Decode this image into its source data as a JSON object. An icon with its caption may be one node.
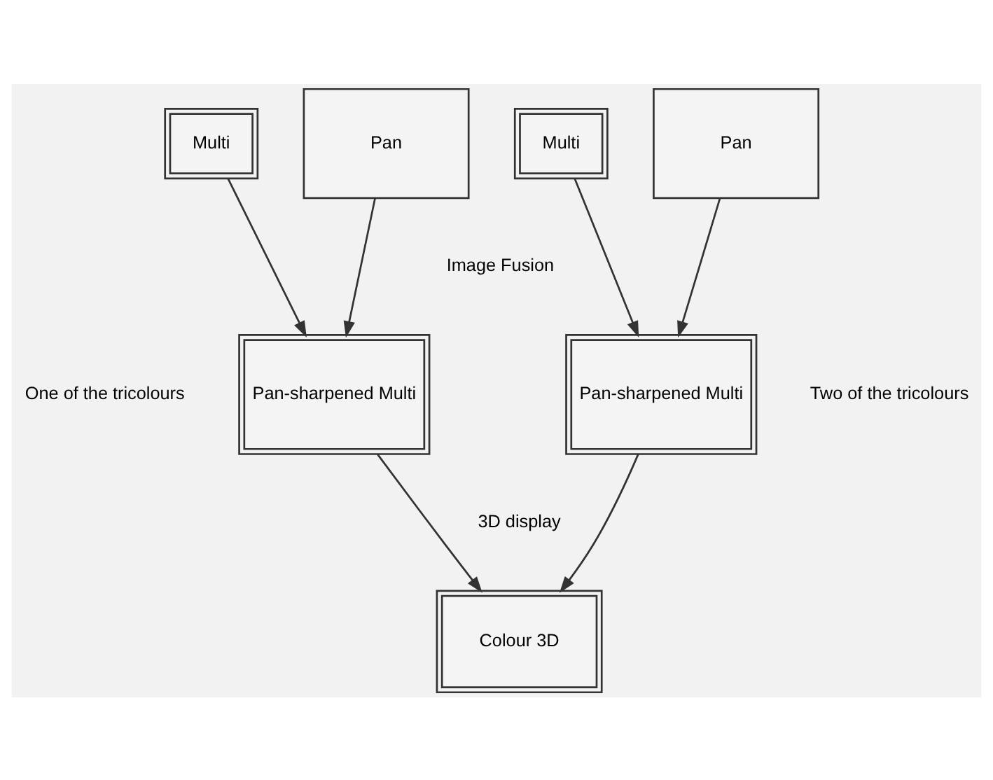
{
  "diagram": {
    "nodes": [
      {
        "text": [
          "Multi"
        ]
      },
      {
        "text": [
          "Pan"
        ]
      },
      {
        "text": [
          "Pan-sharpened Multi"
        ],
        "beside": [
          "One of the tricolours"
        ]
      },
      {
        "text": [
          "Multi"
        ]
      },
      {
        "text": [
          "Pan"
        ]
      },
      {
        "text": [
          "Pan-sharpened Multi"
        ],
        "beside": [
          "Two of the tricolours"
        ]
      },
      {
        "text": [
          "Colour 3D"
        ]
      }
    ],
    "edges": [
      {
        "from": 0,
        "to": 2,
        "arrow": "to"
      },
      {
        "from": 1,
        "to": 2,
        "arrow": "to"
      },
      {
        "from": 3,
        "to": 5,
        "arrow": "to"
      },
      {
        "from": 4,
        "to": 5,
        "arrow": "to"
      },
      {
        "from": 2,
        "to": 6,
        "arrow": "to"
      },
      {
        "from": 5,
        "to": 6,
        "arrow": "to"
      }
    ],
    "labels": [
      "Image Fusion",
      "3D display"
    ]
  }
}
